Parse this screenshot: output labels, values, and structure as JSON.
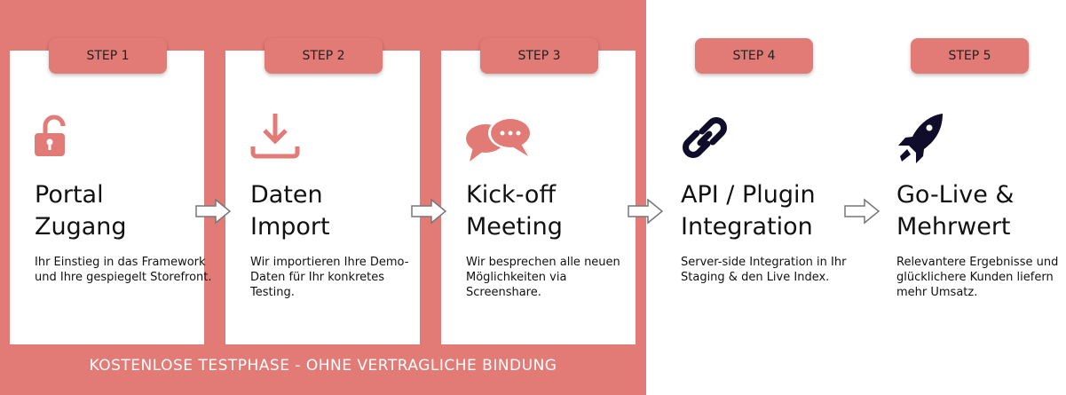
{
  "steps": [
    {
      "badge": "STEP 1",
      "title_l1": "Portal",
      "title_l2": "Zugang",
      "desc": "Ihr Einstieg in das Framework und Ihre gespiegelt Storefront.",
      "icon": "unlock-icon"
    },
    {
      "badge": "STEP 2",
      "title_l1": "Daten",
      "title_l2": "Import",
      "desc": "Wir importieren Ihre Demo-Daten für Ihr konkretes Testing.",
      "icon": "download-icon"
    },
    {
      "badge": "STEP 3",
      "title_l1": "Kick-off",
      "title_l2": "Meeting",
      "desc": "Wir besprechen alle neuen Möglichkeiten via Screenshare.",
      "icon": "chat-icon"
    },
    {
      "badge": "STEP 4",
      "title_l1": "API / Plugin",
      "title_l2": "Integration",
      "desc": "Server-side Integration in Ihr Staging & den Live Index.",
      "icon": "link-icon"
    },
    {
      "badge": "STEP 5",
      "title_l1": "Go-Live &",
      "title_l2": "Mehrwert",
      "desc": "Relevantere Ergebnisse und glücklichere Kunden liefern mehr Umsatz.",
      "icon": "rocket-icon"
    }
  ],
  "footer": "KOSTENLOSE TESTPHASE - OHNE VERTRAGLICHE BINDUNG",
  "colors": {
    "accent": "#e27a76",
    "dark": "#0f0d2a"
  }
}
